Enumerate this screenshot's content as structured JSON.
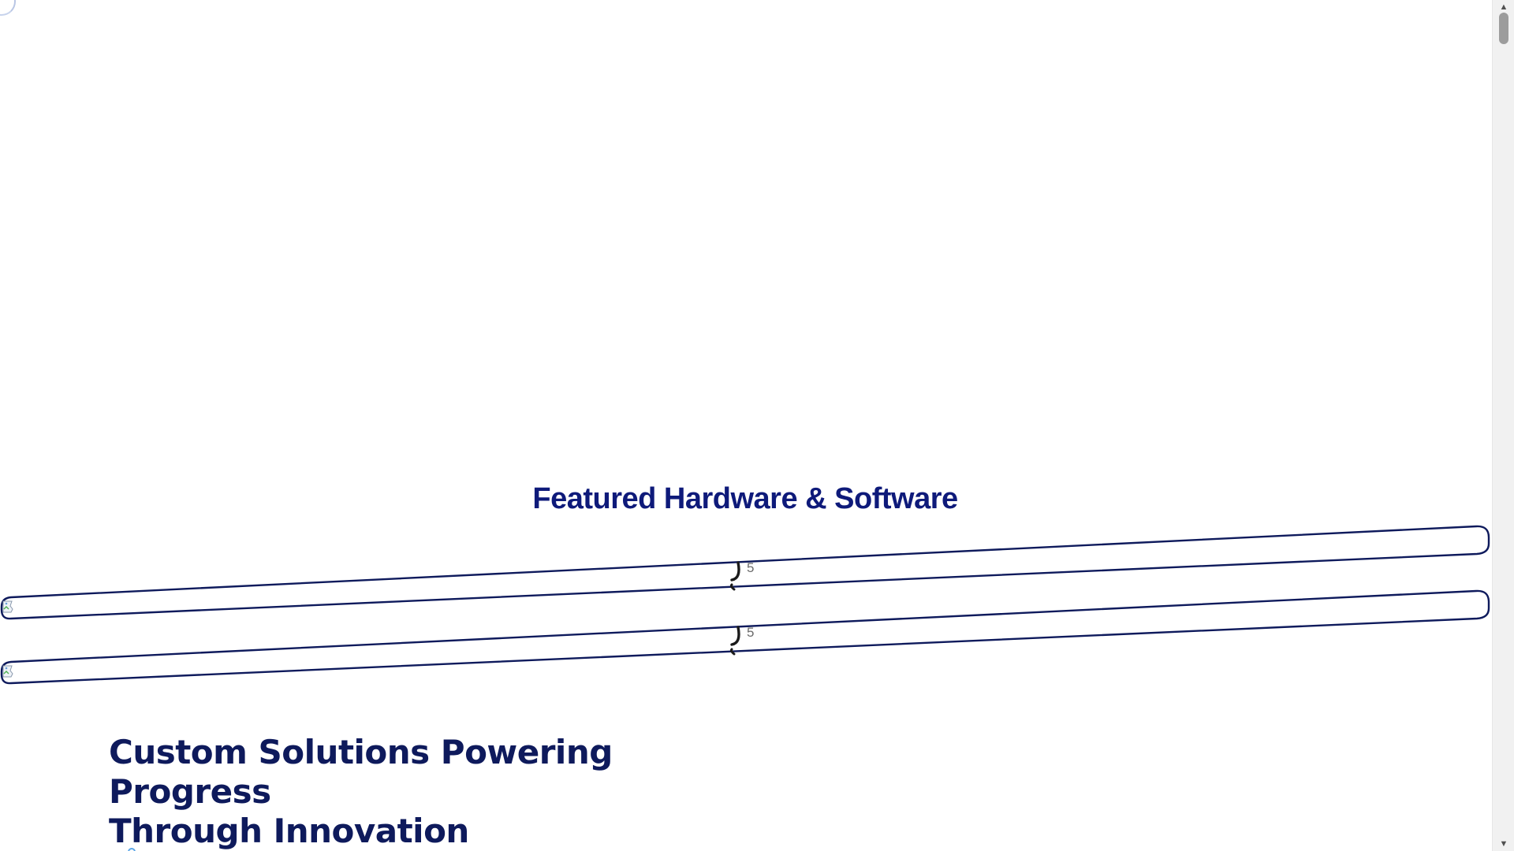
{
  "featured": {
    "title": "Featured Hardware & Software",
    "carousels": [
      {
        "counter": "5"
      },
      {
        "counter": "5"
      }
    ]
  },
  "solutions": {
    "title_line1": "Custom Solutions Powering Progress",
    "title_line2": "Through Innovation"
  },
  "colors": {
    "heading_navy": "#0e1a7a",
    "track_stroke": "#0e1a5c",
    "counter_gray": "#6b6b6b"
  },
  "icons": {
    "spinner": "loading-spinner-icon",
    "broken_image": "broken-image-icon",
    "scroll_up": "scroll-up-arrow-icon",
    "scroll_down": "scroll-down-arrow-icon"
  }
}
